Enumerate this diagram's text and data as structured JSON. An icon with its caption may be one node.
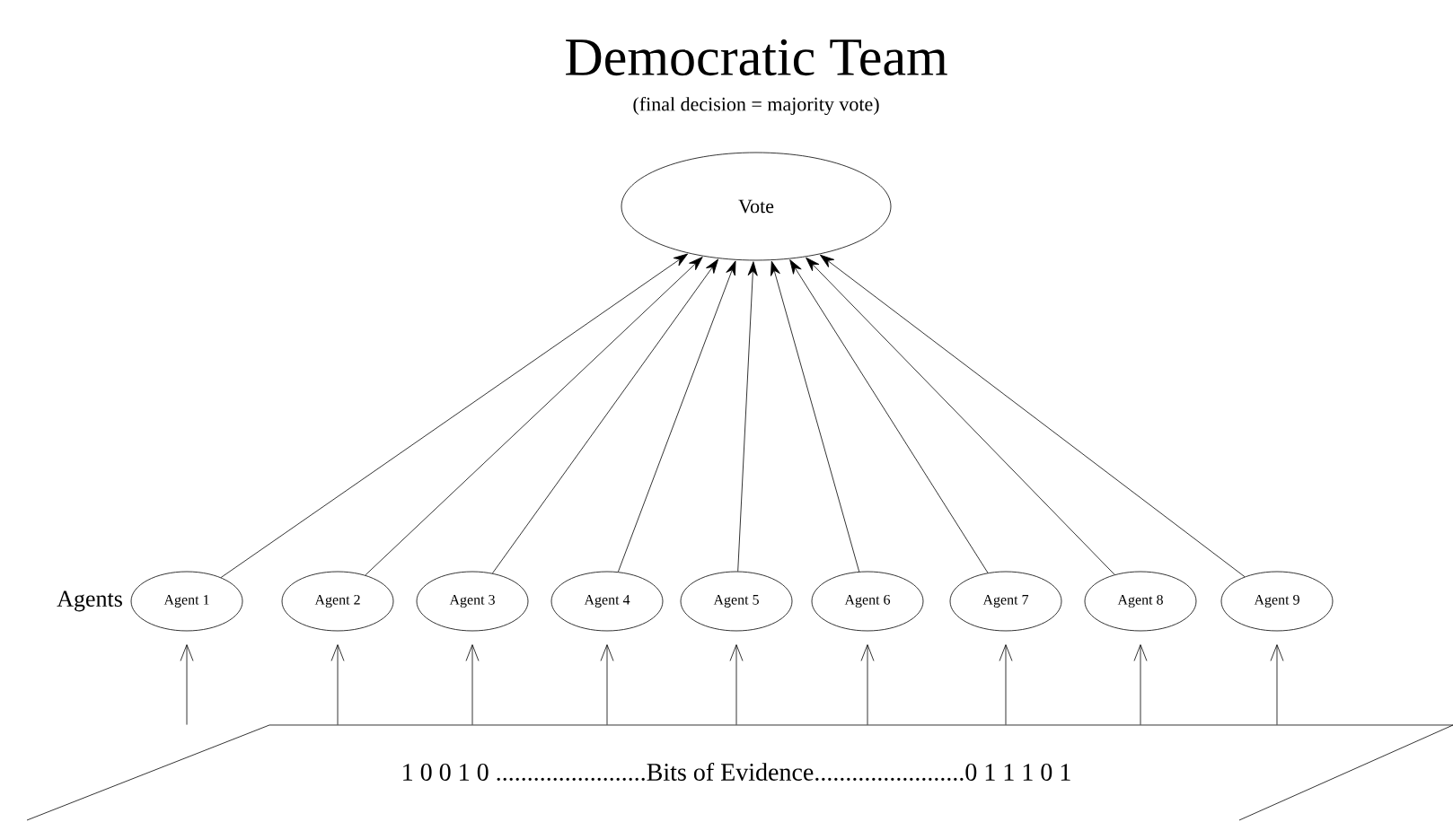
{
  "diagram": {
    "title": "Democratic Team",
    "nodes": [
      {
        "text": [
          "Vote"
        ]
      },
      {
        "text": [
          "Agent 1"
        ]
      },
      {
        "text": [
          "Agent 2"
        ]
      },
      {
        "text": [
          "Agent 3"
        ]
      },
      {
        "text": [
          "Agent 4"
        ]
      },
      {
        "text": [
          "Agent 5"
        ]
      },
      {
        "text": [
          "Agent 6"
        ]
      },
      {
        "text": [
          "Agent 7"
        ]
      },
      {
        "text": [
          "Agent 8"
        ]
      },
      {
        "text": [
          "Agent 9"
        ]
      },
      {
        "text": [
          "1 0 0 1 0 ........................Bits of Evidence........................0 1 1 1 0 1"
        ]
      }
    ],
    "edges": [
      {
        "from": 1,
        "to": 0,
        "arrow": "to"
      },
      {
        "from": 2,
        "to": 0,
        "arrow": "to"
      },
      {
        "from": 3,
        "to": 0,
        "arrow": "to"
      },
      {
        "from": 4,
        "to": 0,
        "arrow": "to"
      },
      {
        "from": 5,
        "to": 0,
        "arrow": "to"
      },
      {
        "from": 6,
        "to": 0,
        "arrow": "to"
      },
      {
        "from": 7,
        "to": 0,
        "arrow": "to"
      },
      {
        "from": 8,
        "to": 0,
        "arrow": "to"
      },
      {
        "from": 9,
        "to": 0,
        "arrow": "to"
      },
      {
        "from": 10,
        "to": 1,
        "arrow": "to"
      },
      {
        "from": 10,
        "to": 2,
        "arrow": "to"
      },
      {
        "from": 10,
        "to": 3,
        "arrow": "to"
      },
      {
        "from": 10,
        "to": 4,
        "arrow": "to"
      },
      {
        "from": 10,
        "to": 5,
        "arrow": "to"
      },
      {
        "from": 10,
        "to": 6,
        "arrow": "to"
      },
      {
        "from": 10,
        "to": 7,
        "arrow": "to"
      },
      {
        "from": 10,
        "to": 8,
        "arrow": "to"
      },
      {
        "from": 10,
        "to": 9,
        "arrow": "to"
      }
    ],
    "labels": [
      "(final decision = majority vote)",
      "Agents"
    ]
  }
}
